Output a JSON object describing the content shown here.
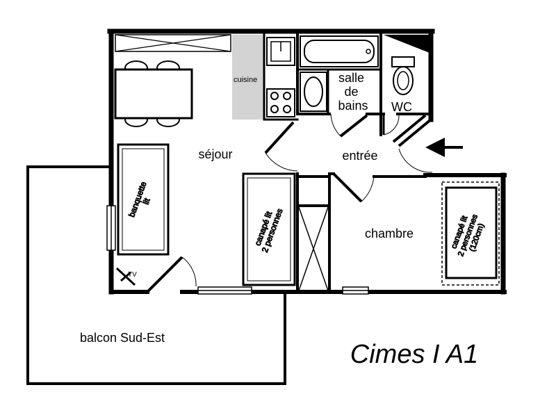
{
  "plan": {
    "title": "Cimes I A1",
    "rooms": {
      "sejour": "séjour",
      "cuisine": "cuisine",
      "salle_de_bains": [
        "salle",
        "de",
        "bains"
      ],
      "wc": "WC",
      "entree": "entrée",
      "chambre": "chambre",
      "balcon": "balcon Sud-Est"
    },
    "furniture": {
      "banquette_lit": [
        "banquette",
        "lit"
      ],
      "canape_lit_1": [
        "canapé lit",
        "2 personnes"
      ],
      "canape_lit_2": [
        "canapé lit",
        "2 personnes",
        "(120cm)"
      ],
      "tv": "TV"
    },
    "colors": {
      "wall": "#000000",
      "kitchen_counter": "#d3d3d3",
      "background": "#ffffff"
    }
  }
}
